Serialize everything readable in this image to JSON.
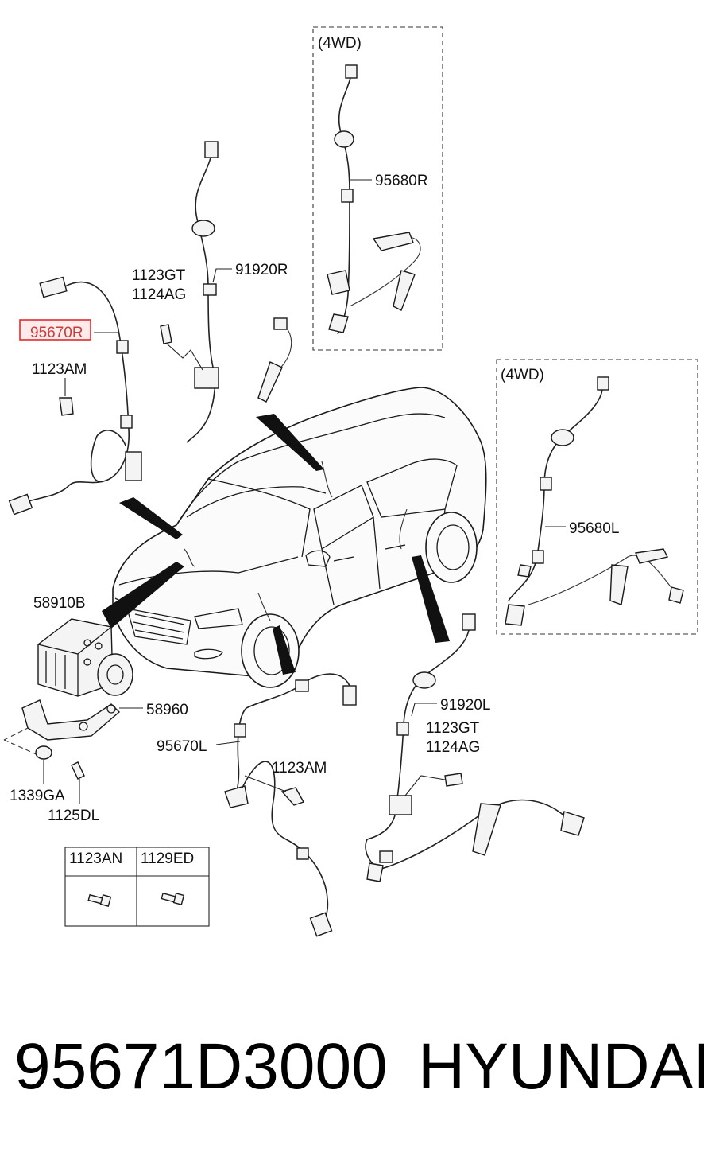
{
  "labels": {
    "l_95670R": "95670R",
    "l_1123AM_top": "1123AM",
    "l_1123GT_top": "1123GT",
    "l_1124AG_top": "1124AG",
    "l_91920R": "91920R",
    "l_4wd_top": "(4WD)",
    "l_95680R": "95680R",
    "l_4wd_right": "(4WD)",
    "l_95680L": "95680L",
    "l_58910B": "58910B",
    "l_58960": "58960",
    "l_1339GA": "1339GA",
    "l_1125DL": "1125DL",
    "l_95670L": "95670L",
    "l_1123AM_bot": "1123AM",
    "l_91920L": "91920L",
    "l_1123GT_bot": "1123GT",
    "l_1124AG_bot": "1124AG"
  },
  "fastener_table": {
    "col1": "1123AN",
    "col2": "1129ED"
  },
  "footer": {
    "part_number": "95671D3000",
    "brand": "HYUNDAI"
  },
  "highlight_color": "#e32b2b"
}
